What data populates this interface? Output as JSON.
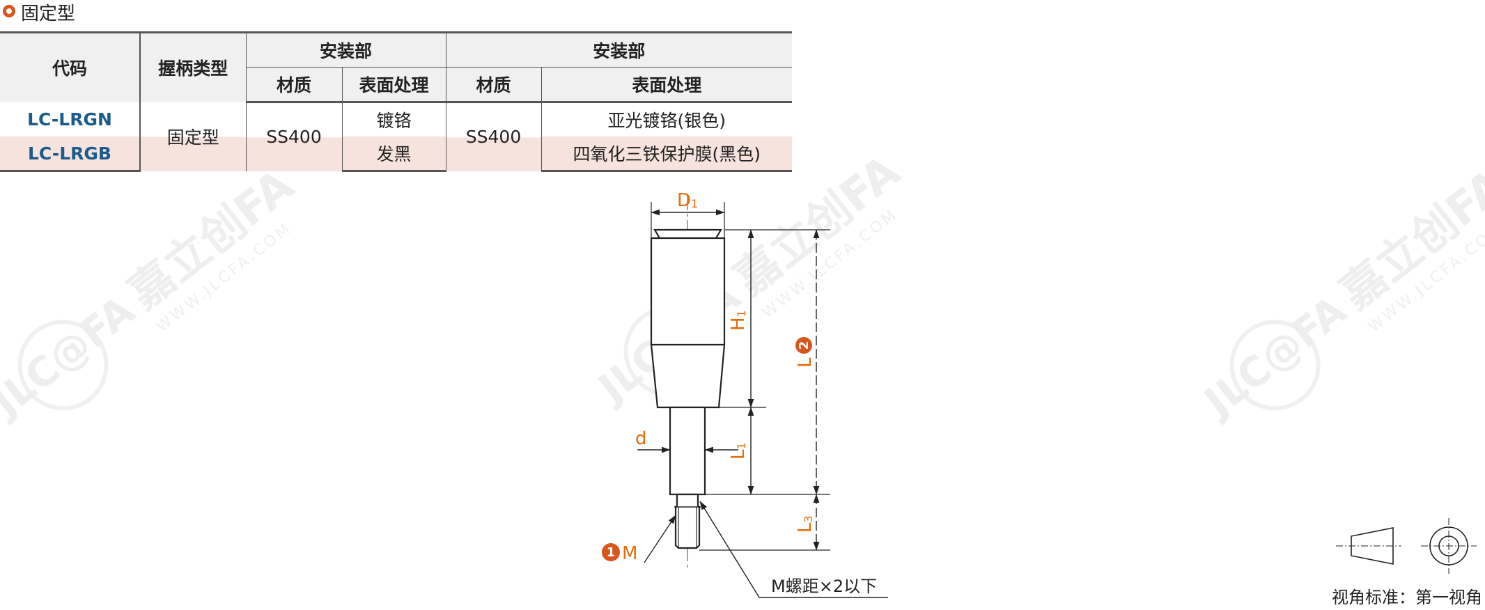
{
  "section_title": "固定型",
  "table": {
    "headers": {
      "code": "代码",
      "grip_type": "握柄类型",
      "group_mount": "安装部",
      "group_grip": "安装部",
      "material": "材质",
      "surface": "表面处理",
      "material_2": "材质",
      "surface_2": "表面处理"
    },
    "rows": [
      {
        "code": "LC-LRGN",
        "surface": "镀铬",
        "surface_2": "亚光镀铬(银色)"
      },
      {
        "code": "LC-LRGB",
        "surface": "发黑",
        "surface_2": "四氧化三铁保护膜(黑色)"
      }
    ],
    "grip_type": "固定型",
    "material": "SS400",
    "material_2": "SS400"
  },
  "drawing": {
    "dims": {
      "d1": "D",
      "d1_sub": "1",
      "h1": "H",
      "h1_sub": "1",
      "l": "L",
      "l_badge": "2",
      "l1": "L",
      "l1_sub": "1",
      "l3": "L",
      "l3_sub": "3",
      "d": "d",
      "m": "M",
      "m_badge": "1"
    },
    "thread_note": "M螺距×2以下",
    "projection_label": "视角标准：第一视角",
    "watermark": {
      "logo": "JLC@FA",
      "cn": "嘉立创FA",
      "url": "WWW.JLCFA.COM"
    }
  },
  "colors": {
    "accent": "#d6561b",
    "dimension": "#e46c0a",
    "code": "#1a5b8c",
    "row_tint": "#f7e3de"
  },
  "icons": [
    "ring-bullet-icon",
    "numbered-badge-icon",
    "first-angle-projection-icon"
  ]
}
